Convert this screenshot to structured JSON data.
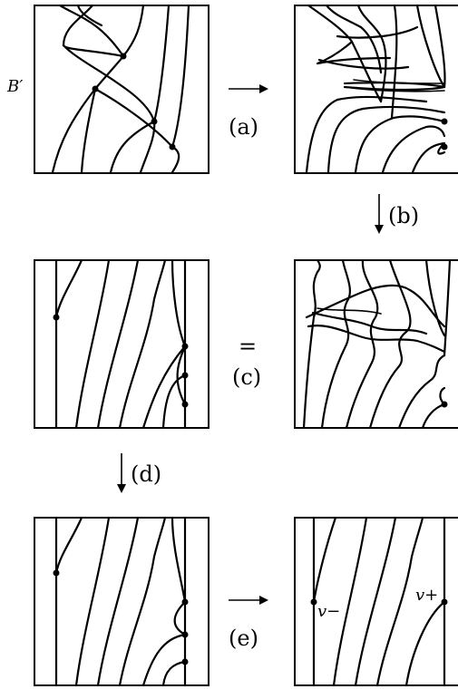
{
  "labels": {
    "b_prime": "B′",
    "equals": "=",
    "v_minus": "v−",
    "v_plus": "v+"
  },
  "steps": {
    "a": "(a)",
    "b": "(b)",
    "c": "(c)",
    "d": "(d)",
    "e": "(e)"
  }
}
